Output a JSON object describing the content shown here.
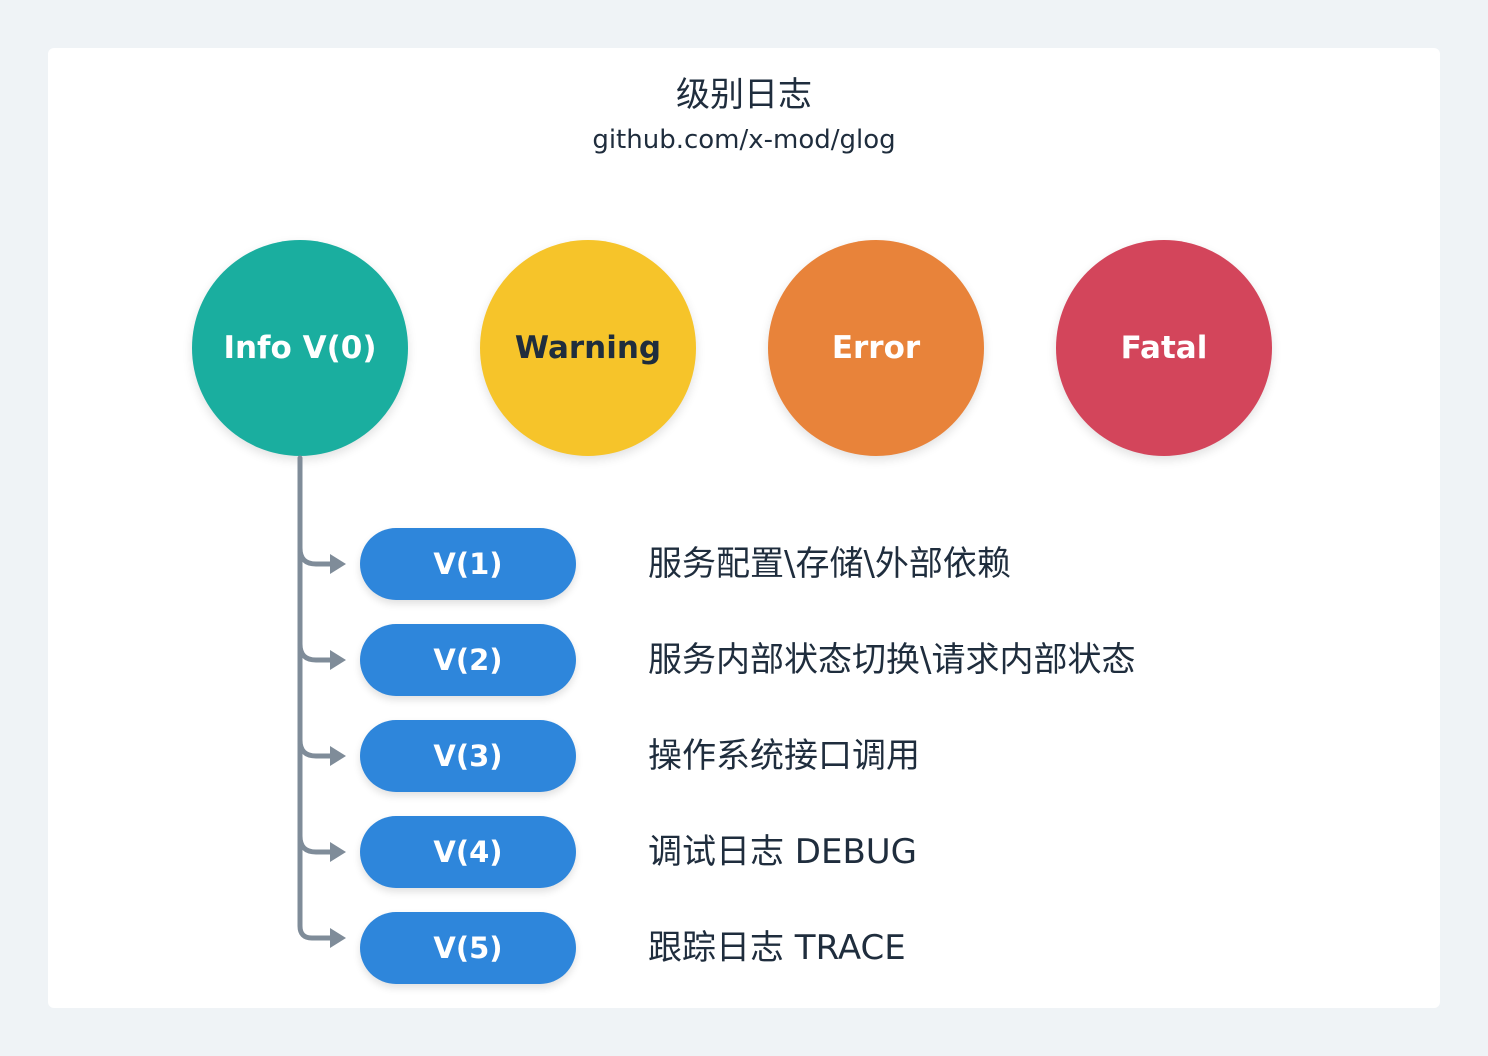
{
  "header": {
    "title": "级别日志",
    "subtitle": "github.com/x-mod/glog"
  },
  "levels": [
    {
      "label": "Info V(0)",
      "color": "#1aae9f",
      "text_color": "#ffffff"
    },
    {
      "label": "Warning",
      "color": "#f6c42a",
      "text_color": "#1f2d3d"
    },
    {
      "label": "Error",
      "color": "#e8833a",
      "text_color": "#ffffff"
    },
    {
      "label": "Fatal",
      "color": "#d3455b",
      "text_color": "#ffffff"
    }
  ],
  "verbosity": [
    {
      "label": "V(1)",
      "description": "服务配置\\存储\\外部依赖"
    },
    {
      "label": "V(2)",
      "description": "服务内部状态切换\\请求内部状态"
    },
    {
      "label": "V(3)",
      "description": "操作系统接口调用"
    },
    {
      "label": "V(4)",
      "description": "调试日志 DEBUG"
    },
    {
      "label": "V(5)",
      "description": "跟踪日志 TRACE"
    }
  ],
  "colors": {
    "pill": "#2e86db",
    "connector": "#7f8c99",
    "background": "#eff3f6",
    "card": "#ffffff"
  }
}
